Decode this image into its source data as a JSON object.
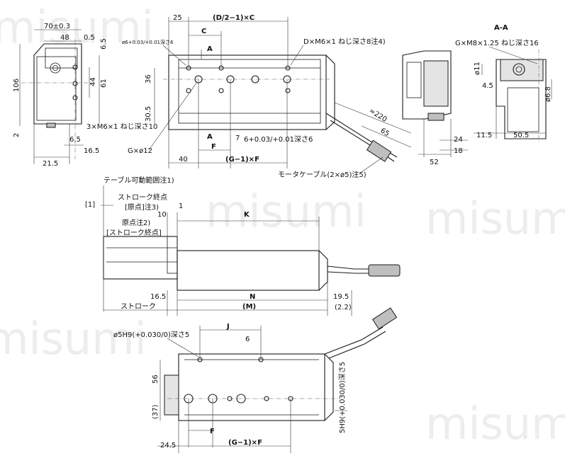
{
  "watermark": "misumi",
  "front_view": {
    "w70": "70±0.3",
    "d48": "48",
    "d0_5": "0.5",
    "d6_5_top": "6.5",
    "d106": "106",
    "d44": "44",
    "d61": "61",
    "d2": "2",
    "d6_5": "6.5",
    "d16_5": "16.5",
    "d21_5": "21.5",
    "holes_3xM6": "3×M6×1 ねじ深さ10"
  },
  "top_view": {
    "d25": "25",
    "d_c_top": "(D/2−1)×C",
    "d_c": "C",
    "pin_hole": "ø6+0.03/+0.01深さ6",
    "section_a": "A",
    "tap_d": "D×M6×1 ねじ深さ8注4)",
    "d36": "36",
    "d30_5": "30.5",
    "d40": "40",
    "d_f": "F",
    "d7": "7",
    "slot": "6+0.03/+0.01深さ6",
    "gf": "(G−1)×F",
    "g12": "G×ø12",
    "cable_len": "≈220",
    "d65": "65",
    "motor_cable": "モータケーブル(2×ø5)注5)"
  },
  "section_view": {
    "title": "A-A",
    "tap_g": "G×M8×1.25 ねじ深さ16",
    "d11": "ø11",
    "d6_8": "ø6.8",
    "d4_5": "4.5",
    "d11_5": "11.5",
    "d50_5": "50.5",
    "d24": "24",
    "d18": "18",
    "d52": "52"
  },
  "side_view": {
    "table_range": "テーブル可動範囲注1)",
    "stroke_end": "ストローク終点",
    "origin_bracket": "[原点]注3)",
    "bracket_1": "[1]",
    "d10": "10",
    "d1": "1",
    "origin": "原点注2)",
    "stroke_end_bracket": "[ストローク終点]",
    "d_k": "K",
    "d16_5": "16.5",
    "d_n": "N",
    "d19_5": "19.5",
    "stroke": "ストローク",
    "d_m": "(M)",
    "d2_2": "(2.2)"
  },
  "bottom_view": {
    "pin_hole": "ø5H9(+0.030/0)深さ5",
    "d_j": "J",
    "d6": "6",
    "d56": "56",
    "d37": "(37)",
    "d_f": "F",
    "d24_5": "24.5",
    "gf": "(G−1)×F",
    "slot": "5H9(+0.030/0)深さ5"
  }
}
